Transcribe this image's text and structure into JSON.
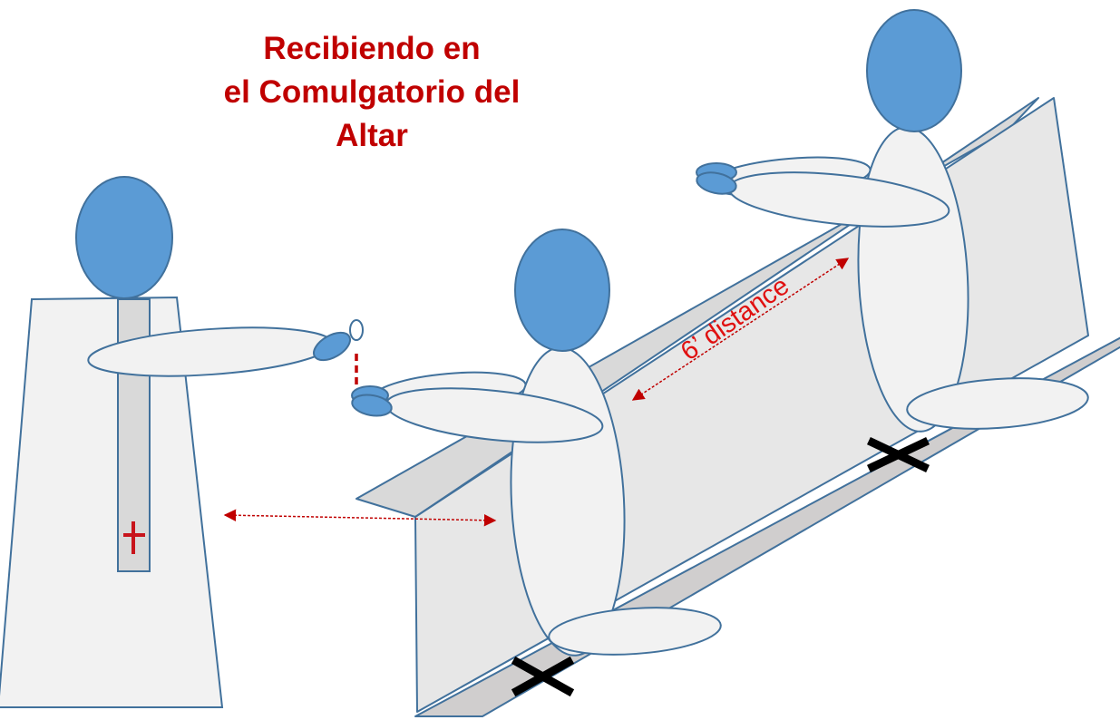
{
  "title": {
    "line1": "Recibiendo en",
    "line2": "el Comulgatorio del",
    "line3": "Altar"
  },
  "distance_label": "6’ distance",
  "colors": {
    "title": "#c00000",
    "label": "#e01010",
    "arrow": "#c00000",
    "head": "#5b9bd5",
    "outline": "#41719c",
    "body": "#f2f2f2",
    "rail": "#d9d9d9",
    "panel": "#e7e7e7",
    "floor": "#d0cece",
    "marker": "#000000"
  },
  "icons": {
    "stole_cross": "red-cross-icon",
    "floor_marker": "x-mark-icon"
  }
}
